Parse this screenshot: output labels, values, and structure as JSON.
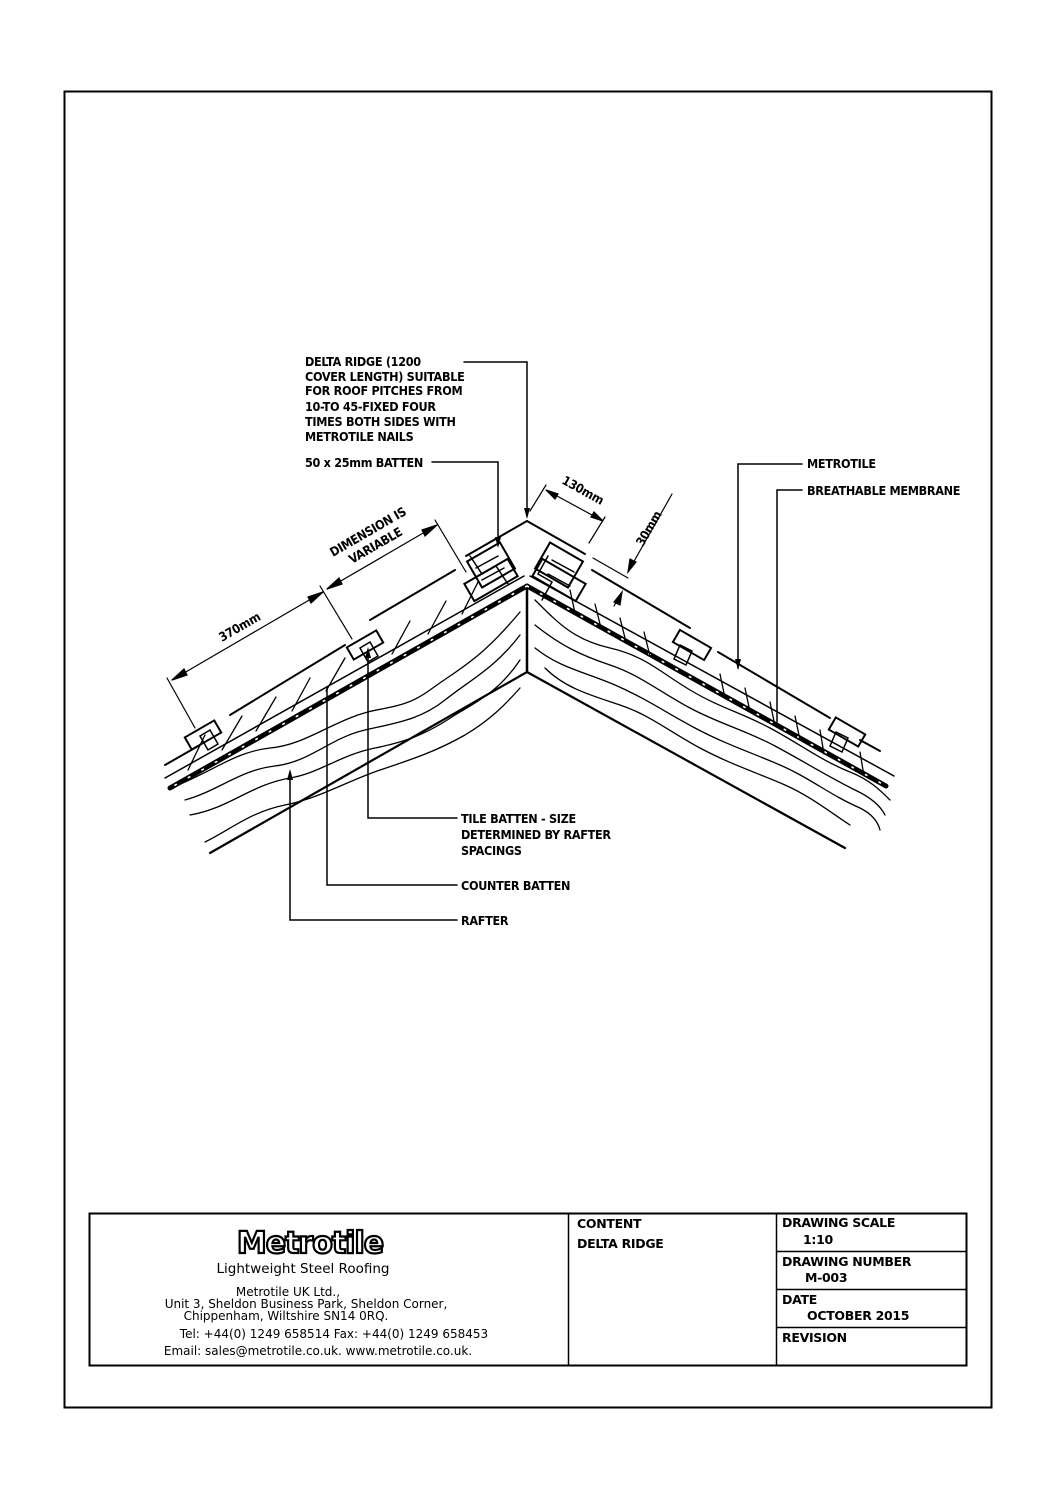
{
  "drawing": {
    "subject": "DELTA RIDGE",
    "colors": {
      "ink": "#000000",
      "paper": "#ffffff"
    },
    "annotations": {
      "delta_ridge": [
        "DELTA RIDGE (1200",
        "COVER LENGTH) SUITABLE",
        "FOR ROOF PITCHES FROM",
        "10-TO 45-FIXED FOUR",
        "TIMES BOTH SIDES WITH",
        "METROTILE NAILS"
      ],
      "batten_50x25": "50 x 25mm BATTEN",
      "metrotile": "METROTILE",
      "breathable_membrane": "BREATHABLE MEMBRANE",
      "tile_batten": [
        "TILE BATTEN - SIZE",
        "DETERMINED BY RAFTER",
        "SPACINGS"
      ],
      "counter_batten": "COUNTER BATTEN",
      "rafter": "RAFTER"
    },
    "dimensions": {
      "gauge": "370mm",
      "variable": [
        "DIMENSION IS",
        "VARIABLE"
      ],
      "ridge_overlap": "130mm",
      "clearance": "30mm"
    }
  },
  "title_block": {
    "logo_text": "Metrotile",
    "tagline": "Lightweight Steel Roofing",
    "company": "Metrotile UK Ltd.,",
    "address_line1": "Unit 3, Sheldon Business Park, Sheldon Corner,",
    "address_line2": "Chippenham, Wiltshire SN14 0RQ.",
    "phone_fax": "Tel: +44(0) 1249 658514   Fax: +44(0) 1249 658453",
    "email_web": "Email: sales@metrotile.co.uk.   www.metrotile.co.uk.",
    "content_label": "CONTENT",
    "content_value": "DELTA RIDGE",
    "scale_label": "DRAWING SCALE",
    "scale_value": "1:10",
    "number_label": "DRAWING NUMBER",
    "number_value": "M-003",
    "date_label": "DATE",
    "date_value": "OCTOBER 2015",
    "revision_label": "REVISION",
    "revision_value": ""
  }
}
